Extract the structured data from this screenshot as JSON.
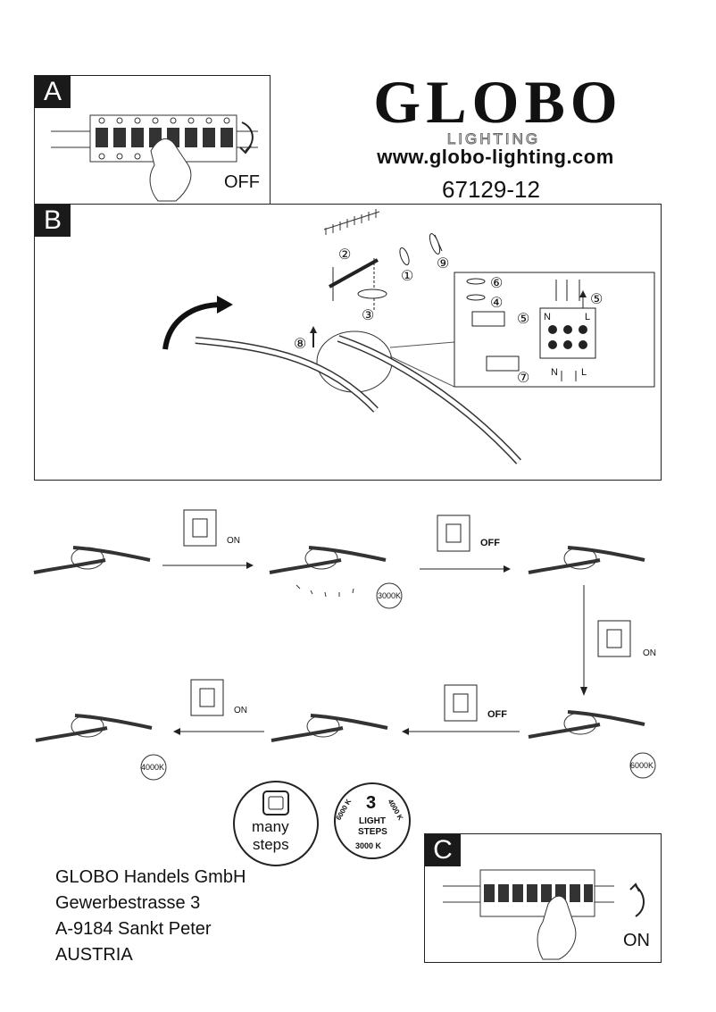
{
  "logo": {
    "brand": "GLOBO",
    "sub": "LIGHTING"
  },
  "website": "www.globo-lighting.com",
  "model_number": "67129-12",
  "panels": {
    "a": {
      "tag": "A",
      "switch_label": "OFF"
    },
    "b": {
      "tag": "B",
      "steps": [
        "①",
        "②",
        "③",
        "④",
        "⑤",
        "⑥",
        "⑦",
        "⑧",
        "⑨"
      ],
      "terminal_labels": [
        "N",
        "L"
      ]
    },
    "c": {
      "tag": "C",
      "switch_label": "ON"
    }
  },
  "sequence": {
    "switch_labels": [
      "ON",
      "OFF",
      "ON",
      "ON",
      "OFF"
    ],
    "temperatures": [
      "3000K",
      "6000K",
      "4000K"
    ]
  },
  "badges": {
    "many_steps": {
      "line1": "many",
      "line2": "steps"
    },
    "light_steps": {
      "number": "3",
      "line1": "LIGHT",
      "line2": "STEPS",
      "left": "6000 K",
      "right": "4000 K",
      "bottom": "3000 K"
    }
  },
  "address": {
    "lines": [
      "GLOBO Handels GmbH",
      "Gewerbestrasse 3",
      "A-9184 Sankt Peter",
      "AUSTRIA"
    ]
  }
}
